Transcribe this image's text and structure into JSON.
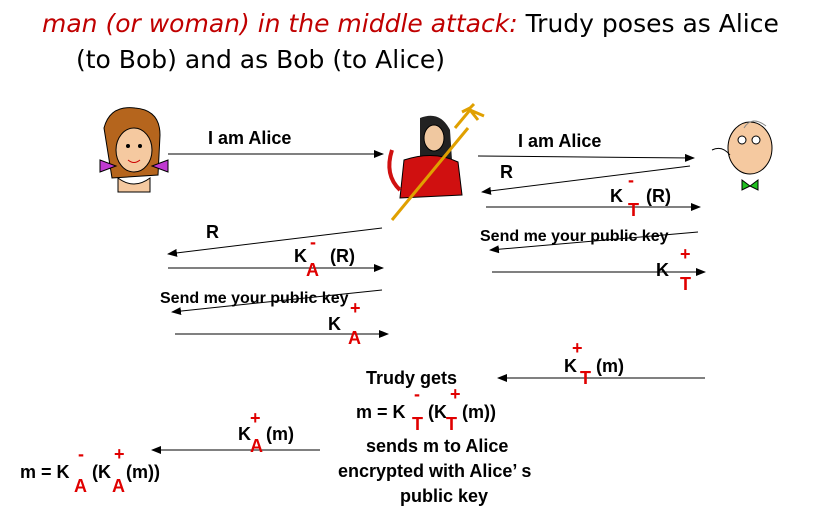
{
  "title": {
    "italic": "man (or woman) in the middle attack:",
    "rest": "Trudy poses as Alice",
    "line2": "(to Bob) and as Bob (to Alice)"
  },
  "messages": {
    "iam_alice_1": "I am Alice",
    "iam_alice_2": "I am Alice",
    "r_bob": "R",
    "r_trudy": "R",
    "k": "K",
    "r_paren": "(R)",
    "send_pk_1": "Send me your public key",
    "send_pk_2": "Send me your public key",
    "m_paren": "(m)",
    "trudy_gets": "Trudy gets",
    "m_eq": "m = K",
    "paren_k": "(K",
    "m_close": " (m))",
    "sends_m": "sends m to Alice",
    "encrypted": "encrypted with Alice’ s",
    "public_key": "public key",
    "minus": "-",
    "plus": "+",
    "sub_a": "A",
    "sub_t": "T"
  }
}
